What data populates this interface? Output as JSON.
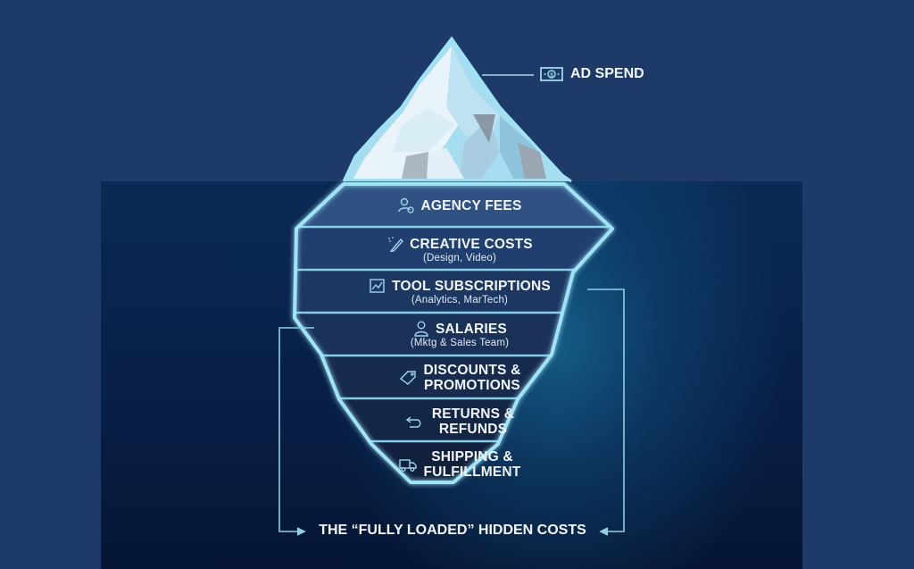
{
  "tip": {
    "label": "AD SPEND",
    "icon": "money-bill-icon"
  },
  "layers": [
    {
      "title": "AGENCY FEES",
      "subtitle": "",
      "icon": "user-gear-icon"
    },
    {
      "title": "CREATIVE COSTS",
      "subtitle": "(Design, Video)",
      "icon": "magic-pencil-icon"
    },
    {
      "title": "TOOL SUBSCRIPTIONS",
      "subtitle": "(Analytics, MarTech)",
      "icon": "chart-trend-icon"
    },
    {
      "title": "SALARIES",
      "subtitle": "(Mktg & Sales Team)",
      "icon": "user-icon"
    },
    {
      "title": "DISCOUNTS &",
      "title2": "PROMOTIONS",
      "subtitle": "",
      "icon": "tag-icon"
    },
    {
      "title": "RETURNS &",
      "title2": "REFUNDS",
      "subtitle": "",
      "icon": "return-arrow-icon"
    },
    {
      "title": "SHIPPING &",
      "title2": "FULFILLMENT",
      "subtitle": "",
      "icon": "truck-icon"
    }
  ],
  "caption": "THE “FULLY LOADED” HIDDEN COSTS",
  "colors": {
    "background": "#1d3a68",
    "water": "#061634",
    "glow": "#8fdcf2",
    "text": "#f2f6fb"
  }
}
